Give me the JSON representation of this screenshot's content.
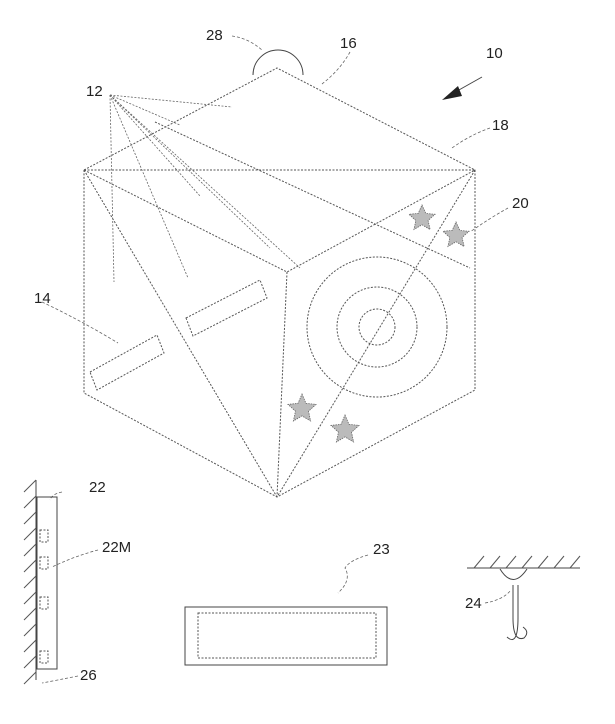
{
  "labels": {
    "device": "10",
    "lights": "12",
    "slot": "14",
    "top_face": "16",
    "edge": "18",
    "target_face": "20",
    "wall_mount": "22",
    "magnets": "22M",
    "tray": "23",
    "hook": "24",
    "wall": "26",
    "handle": "28"
  }
}
